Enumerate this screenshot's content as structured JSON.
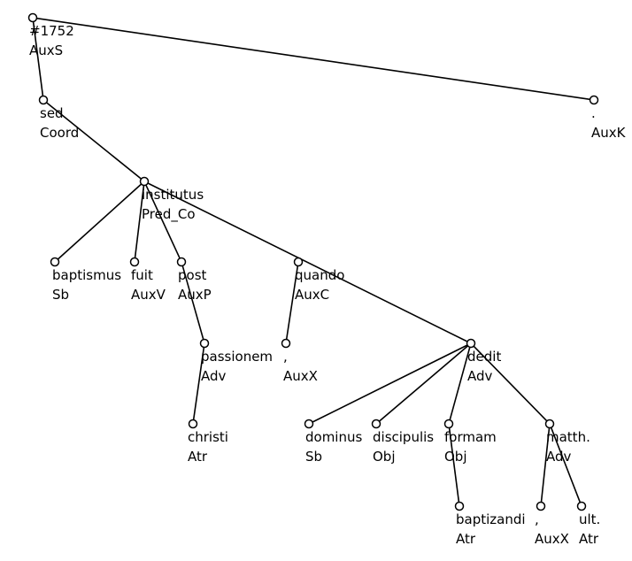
{
  "tree": {
    "nodes": [
      {
        "id": "root",
        "form": "#1752",
        "afun": "AuxS"
      },
      {
        "id": "sed",
        "form": "sed",
        "afun": "Coord"
      },
      {
        "id": "period",
        "form": ".",
        "afun": "AuxK"
      },
      {
        "id": "institutus",
        "form": "institutus",
        "afun": "Pred_Co"
      },
      {
        "id": "baptismus",
        "form": "baptismus",
        "afun": "Sb"
      },
      {
        "id": "fuit",
        "form": "fuit",
        "afun": "AuxV"
      },
      {
        "id": "post",
        "form": "post",
        "afun": "AuxP"
      },
      {
        "id": "quando",
        "form": "quando",
        "afun": "AuxC"
      },
      {
        "id": "passionem",
        "form": "passionem",
        "afun": "Adv"
      },
      {
        "id": "comma1",
        "form": ",",
        "afun": "AuxX"
      },
      {
        "id": "christi",
        "form": "christi",
        "afun": "Atr"
      },
      {
        "id": "dedit",
        "form": "dedit",
        "afun": "Adv"
      },
      {
        "id": "dominus",
        "form": "dominus",
        "afun": "Sb"
      },
      {
        "id": "discipulis",
        "form": "discipulis",
        "afun": "Obj"
      },
      {
        "id": "formam",
        "form": "formam",
        "afun": "Obj"
      },
      {
        "id": "matth",
        "form": "matth.",
        "afun": "Adv"
      },
      {
        "id": "baptizandi",
        "form": "baptizandi",
        "afun": "Atr"
      },
      {
        "id": "comma2",
        "form": ",",
        "afun": "AuxX"
      },
      {
        "id": "ult",
        "form": "ult.",
        "afun": "Atr"
      }
    ],
    "edges": [
      [
        "root",
        "sed"
      ],
      [
        "root",
        "period"
      ],
      [
        "sed",
        "institutus"
      ],
      [
        "institutus",
        "baptismus"
      ],
      [
        "institutus",
        "fuit"
      ],
      [
        "institutus",
        "post"
      ],
      [
        "institutus",
        "dedit"
      ],
      [
        "post",
        "passionem"
      ],
      [
        "passionem",
        "christi"
      ],
      [
        "quando",
        "comma1"
      ],
      [
        "dedit",
        "dominus"
      ],
      [
        "dedit",
        "discipulis"
      ],
      [
        "dedit",
        "formam"
      ],
      [
        "dedit",
        "matth"
      ],
      [
        "formam",
        "baptizandi"
      ],
      [
        "matth",
        "comma2"
      ],
      [
        "matth",
        "ult"
      ]
    ]
  }
}
